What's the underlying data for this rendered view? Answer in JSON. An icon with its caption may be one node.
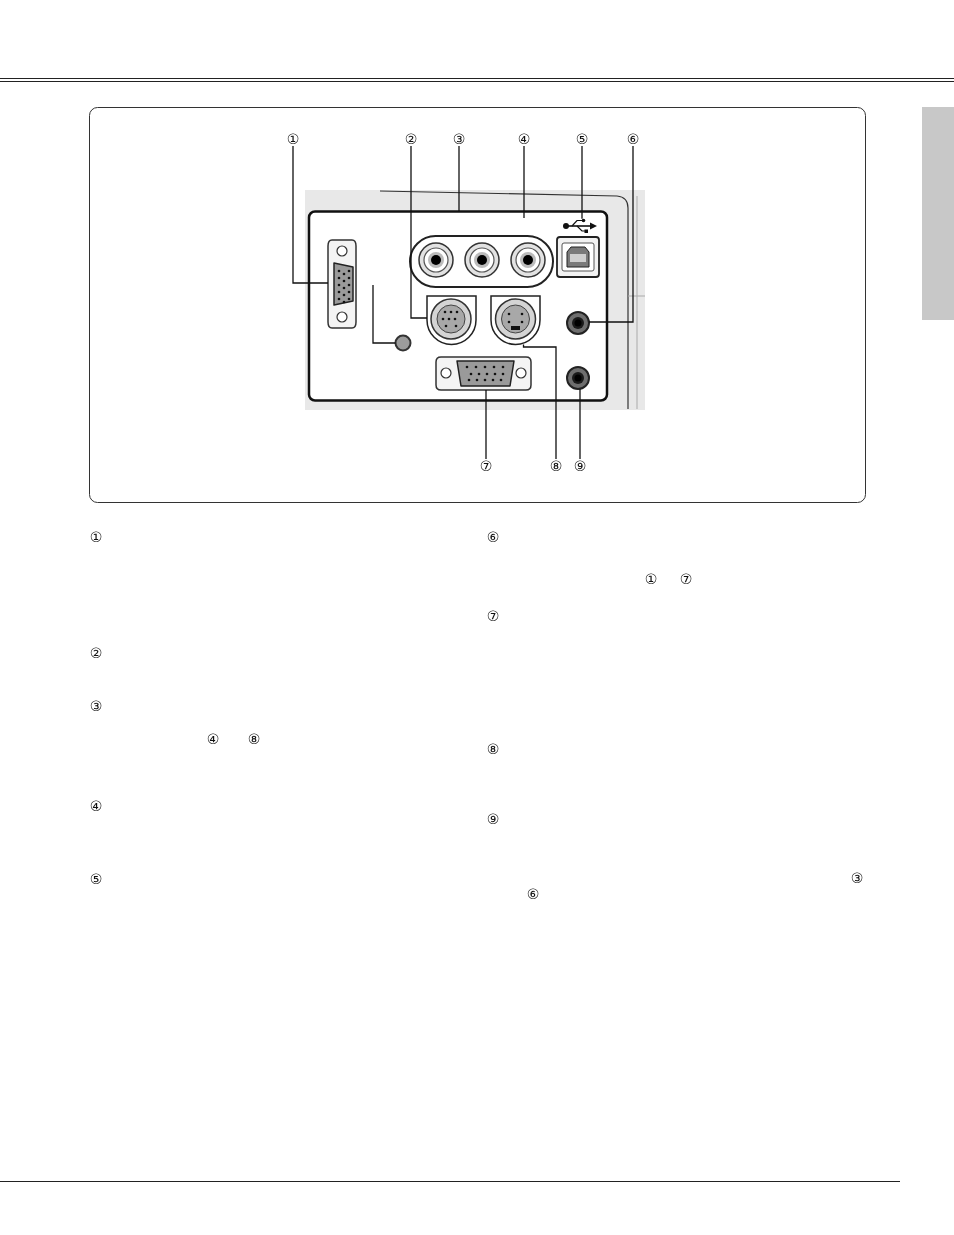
{
  "diagram": {
    "nodes": [
      {
        "text": [
          "①"
        ]
      },
      {
        "text": [
          "②"
        ]
      },
      {
        "text": [
          "③"
        ]
      },
      {
        "text": [
          "④"
        ]
      },
      {
        "text": [
          "⑤"
        ]
      },
      {
        "text": [
          "⑥"
        ]
      },
      {
        "text": [
          "⑦"
        ]
      },
      {
        "text": [
          "⑧"
        ]
      },
      {
        "text": [
          "⑨"
        ]
      },
      {
        "text": [],
        "shape": "picture"
      },
      {
        "text": [],
        "shape": "circle"
      },
      {
        "text": [],
        "shape": "picture"
      },
      {
        "text": [],
        "shape": "picture"
      },
      {
        "text": [],
        "shape": "picture"
      },
      {
        "text": [],
        "shape": "circle"
      },
      {
        "text": [],
        "shape": "circle"
      },
      {
        "text": [],
        "shape": "picture"
      }
    ],
    "edges": [
      {
        "from": 0,
        "to": 9,
        "arrow": "none"
      },
      {
        "from": 1,
        "to": 11,
        "arrow": "none"
      },
      {
        "from": 2,
        "to": null,
        "arrow": "none"
      },
      {
        "from": 3,
        "to": null,
        "arrow": "none"
      },
      {
        "from": 4,
        "to": 16,
        "arrow": "none"
      },
      {
        "from": 5,
        "to": 14,
        "arrow": "none"
      },
      {
        "from": 6,
        "to": 12,
        "arrow": "none"
      },
      {
        "from": 7,
        "to": 13,
        "arrow": "none"
      },
      {
        "from": 8,
        "to": 15,
        "arrow": "none"
      },
      {
        "from": null,
        "to": 10,
        "arrow": "none"
      }
    ],
    "labels": [
      "①",
      "②",
      "③",
      "④",
      "⑧",
      "④",
      "⑤",
      "⑥",
      "①",
      "⑦",
      "⑦",
      "⑧",
      "⑨",
      "③",
      "⑥"
    ]
  }
}
